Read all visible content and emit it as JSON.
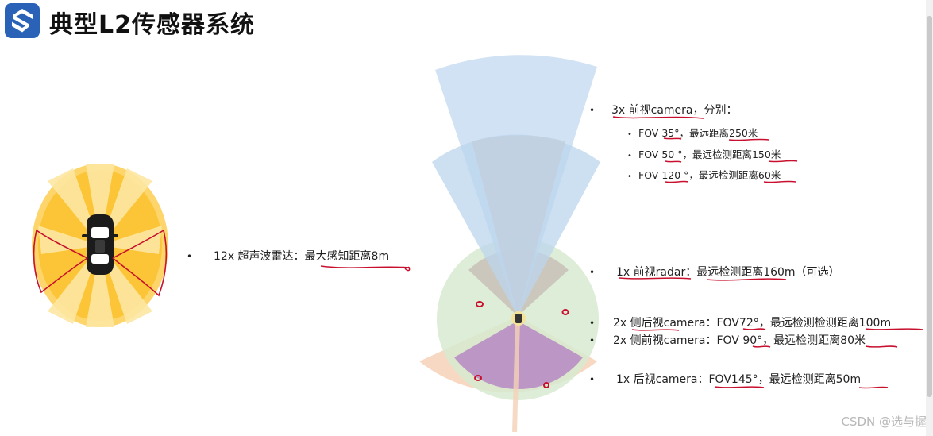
{
  "slide": {
    "title": "典型L2传感器系统"
  },
  "left_block": {
    "ultrasonic": "12x 超声波雷达：最大感知距离8m"
  },
  "right_block": {
    "front_camera": {
      "heading": "3x 前视camera，分别：",
      "items": [
        "FOV 35°，最远距离250米",
        "FOV 50 °，最远检测距离150米",
        "FOV 120 °，最远检测距离60米"
      ]
    },
    "front_radar": "1x 前视radar：最远检测距离160m（可选）",
    "side_rear_camera": "2x 侧后视camera：FOV72°，最远检测检测距离100m",
    "side_front_camera": "2x 侧前视camera：FOV 90°，最远检测距离80米",
    "rear_camera": "1x 后视camera：FOV145°，最远检测距离50m"
  },
  "bullet_symbol": "•",
  "watermark": "CSDN @选与握",
  "colors": {
    "logo_blue": "#2a62b8",
    "ultrasonic_yellow": "#fbc537",
    "front_camera_blue": "#bcd6ee",
    "radar_gray": "#c9bfb9",
    "side_green": "#d7ead0",
    "rear_purple": "#b88ec4",
    "rear_camera_peach": "#f6d2b8",
    "annotation_red": "#c8102e"
  },
  "icons": [
    "logo-icon",
    "car-icon"
  ]
}
